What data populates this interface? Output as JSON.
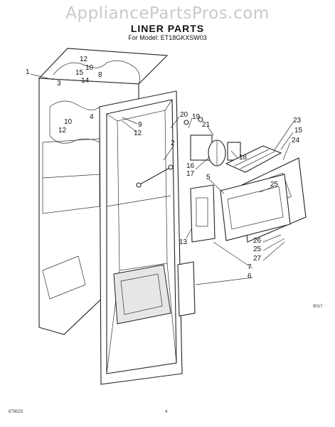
{
  "watermark": "AppliancePartsPros.com",
  "title": "LINER PARTS",
  "model_line": "For Model: ET18GKXSW03",
  "callouts": [
    "1",
    "3",
    "12",
    "10",
    "15",
    "14",
    "8",
    "4",
    "10",
    "12",
    "9",
    "12",
    "20",
    "19",
    "21",
    "2",
    "16",
    "17",
    "18",
    "5",
    "13",
    "23",
    "15",
    "24",
    "25",
    "26",
    "25",
    "27",
    "7",
    "6"
  ],
  "footer": {
    "left_code": "679023",
    "page_number": "4",
    "right_code": "9017"
  }
}
